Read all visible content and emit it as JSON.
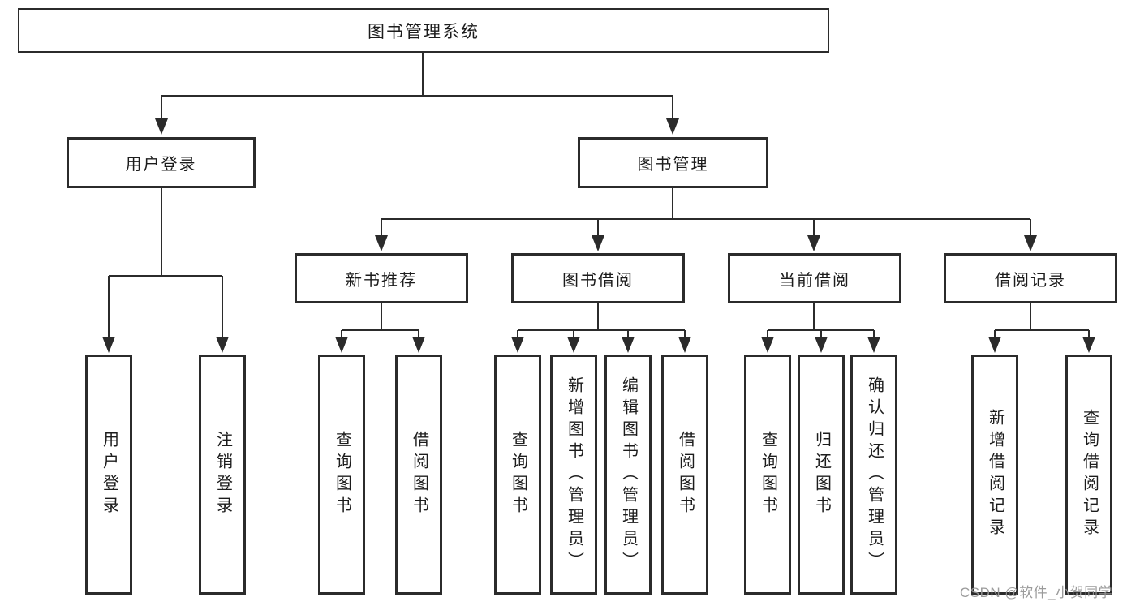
{
  "diagram": {
    "title": "图书管理系统",
    "branches": [
      {
        "label": "用户登录",
        "leaves": [
          "用户登录",
          "注销登录"
        ]
      },
      {
        "label": "图书管理",
        "groups": [
          {
            "label": "新书推荐",
            "leaves": [
              "查询图书",
              "借阅图书"
            ]
          },
          {
            "label": "图书借阅",
            "leaves": [
              "查询图书",
              "新增图书（管理员）",
              "编辑图书（管理员）",
              "借阅图书"
            ]
          },
          {
            "label": "当前借阅",
            "leaves": [
              "查询图书",
              "归还图书",
              "确认归还（管理员）"
            ]
          },
          {
            "label": "借阅记录",
            "leaves": [
              "新增借阅记录",
              "查询借阅记录"
            ]
          }
        ]
      }
    ]
  },
  "watermark": {
    "text": "CSDN @软件_小贺同学"
  },
  "colors": {
    "line": "#2b2b2b",
    "text": "#1c1c1c",
    "background": "#ffffff",
    "watermark": "#969696"
  }
}
